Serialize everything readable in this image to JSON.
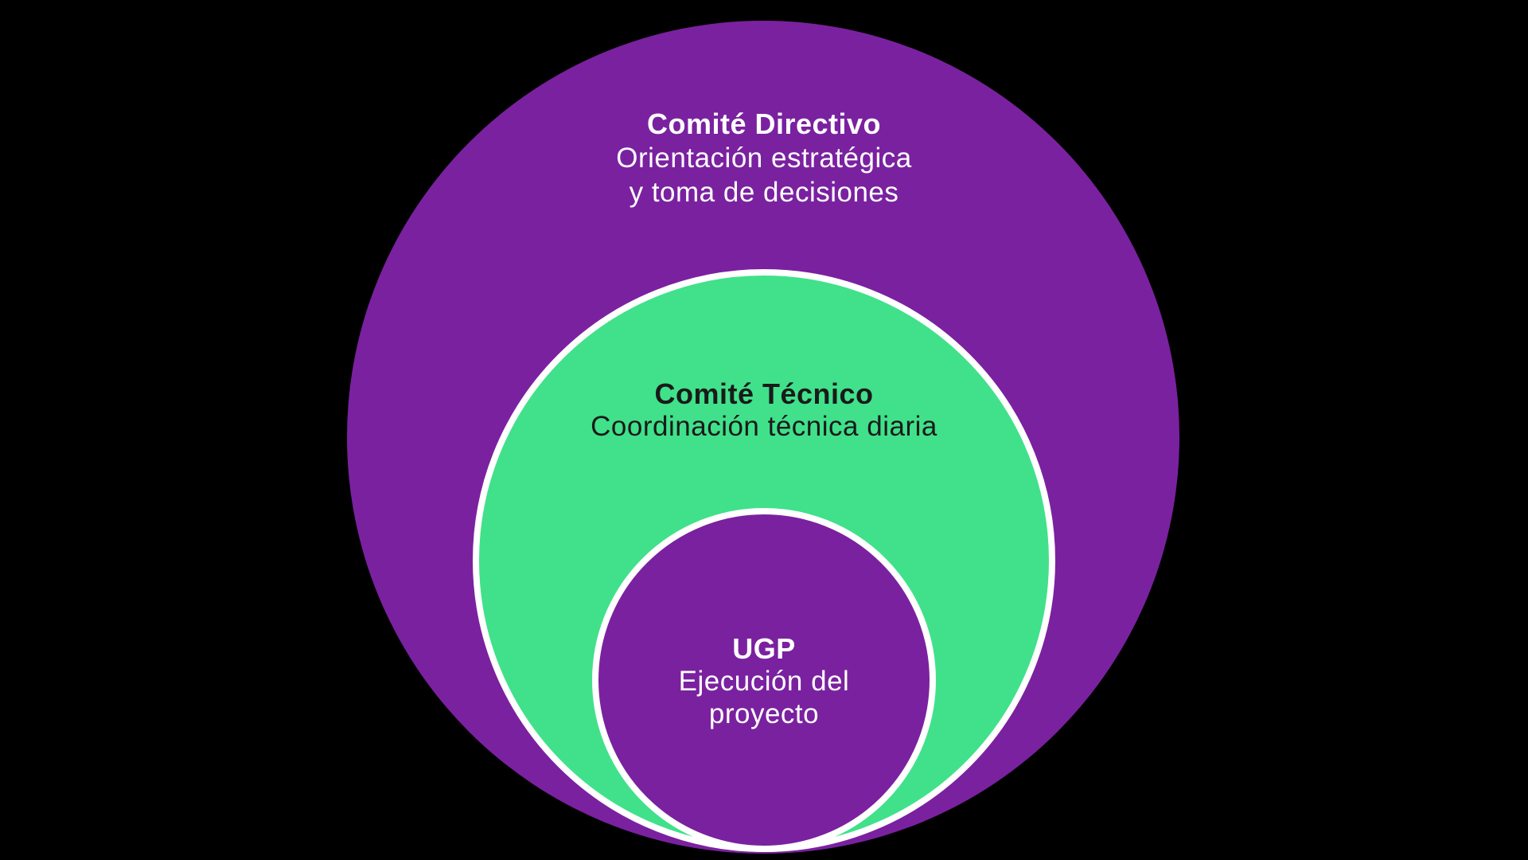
{
  "canvas": {
    "background": "#000000",
    "ring_color": "#FFFFFF"
  },
  "colors": {
    "purple": "#7A21A0",
    "green": "#40E18A",
    "text_light": "#FFFFFF",
    "text_dark": "#1A1A1A"
  },
  "circles": {
    "outer": {
      "title": "Comité Directivo",
      "lines": [
        "Orientación estratégica",
        "y toma de decisiones"
      ],
      "fill": "#7A21A0",
      "text_color": "#FFFFFF"
    },
    "middle": {
      "title": "Comité Técnico",
      "lines": [
        "Coordinación técnica diaria"
      ],
      "fill": "#40E18A",
      "text_color": "#1A1A1A",
      "ring": "#FFFFFF"
    },
    "inner": {
      "title": "UGP",
      "lines": [
        "Ejecución del",
        "proyecto"
      ],
      "fill": "#7A21A0",
      "text_color": "#FFFFFF",
      "ring": "#FFFFFF"
    }
  }
}
